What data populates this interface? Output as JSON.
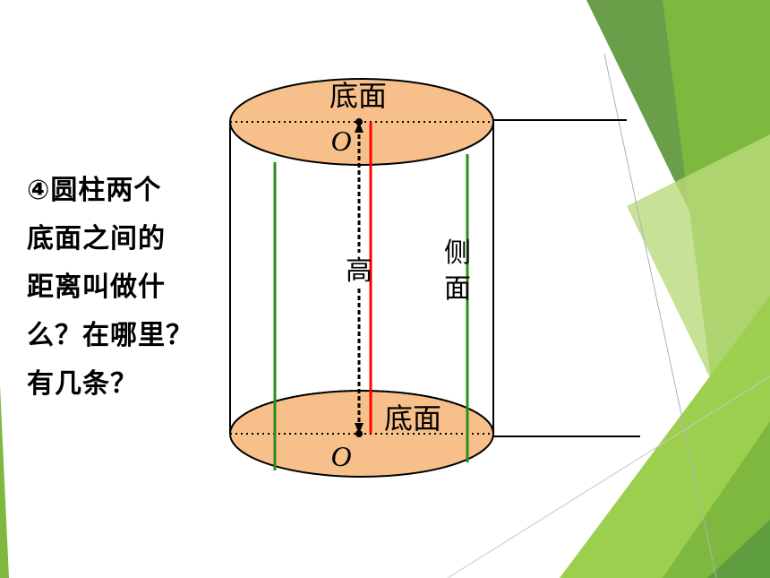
{
  "question": {
    "lines": [
      "④圆柱两个",
      "底面之间的",
      "距离叫做什",
      "么？在哪里？",
      "有几条？"
    ]
  },
  "diagram": {
    "top_label": "底面",
    "bottom_label": "底面",
    "top_center_label": "O",
    "bottom_center_label": "O",
    "height_label": "高",
    "side_label_1": "侧",
    "side_label_2": "面"
  },
  "colors": {
    "base_fill": "#f7c08a",
    "height_line": "#ff0000",
    "side_lines": "#2e8b1e",
    "green_dark": "#5e9e3e",
    "green_light": "#a9d15a"
  }
}
